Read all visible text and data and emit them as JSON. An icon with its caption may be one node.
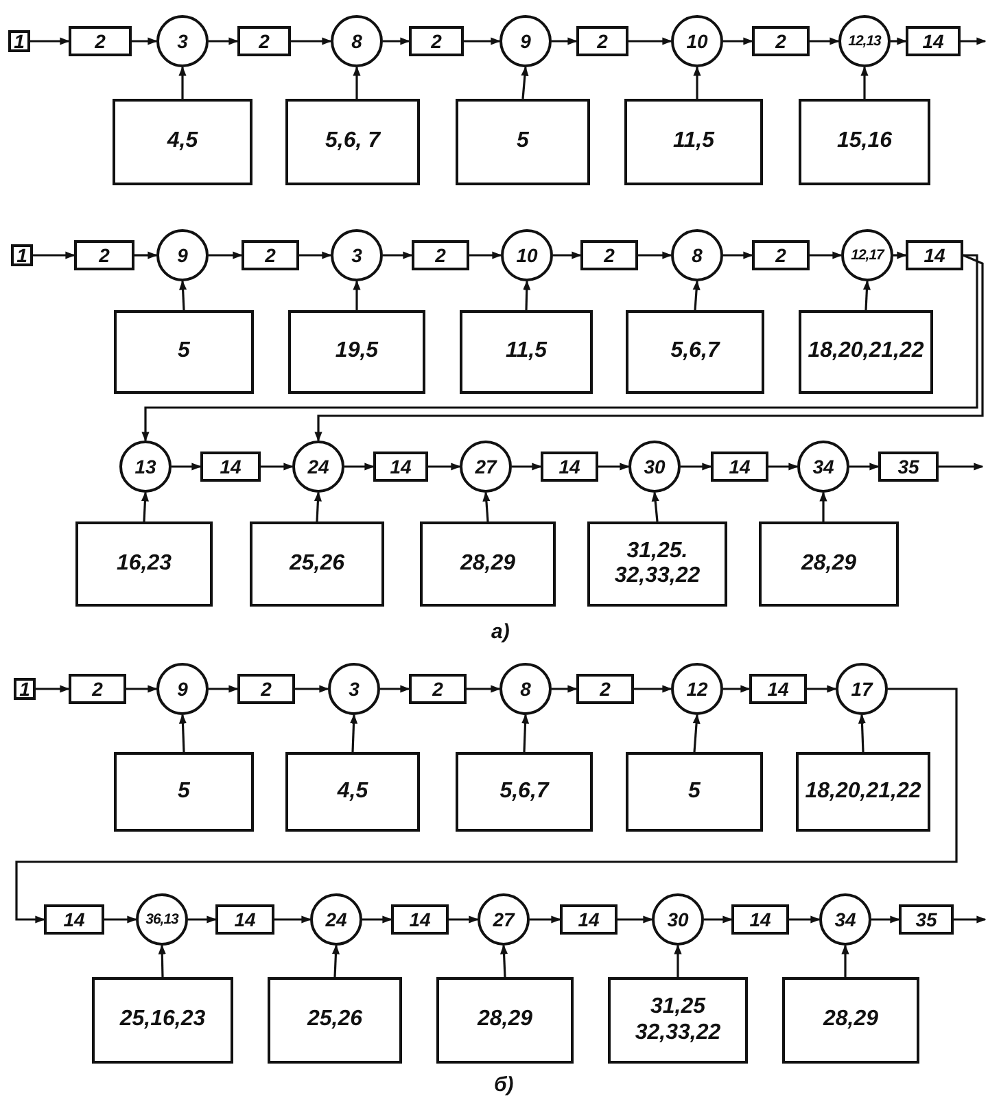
{
  "diagram": {
    "nodes": [
      {
        "text": [
          "1"
        ]
      },
      {
        "text": [
          "2"
        ]
      },
      {
        "text": [
          "3"
        ]
      },
      {
        "text": [
          "2"
        ]
      },
      {
        "text": [
          "8"
        ]
      },
      {
        "text": [
          "2"
        ]
      },
      {
        "text": [
          "9"
        ]
      },
      {
        "text": [
          "2"
        ]
      },
      {
        "text": [
          "10"
        ]
      },
      {
        "text": [
          "2"
        ]
      },
      {
        "text": [
          "12,13"
        ]
      },
      {
        "text": [
          "14"
        ]
      },
      {
        "text": [
          "4,5"
        ]
      },
      {
        "text": [
          "5,6, 7"
        ]
      },
      {
        "text": [
          "5"
        ]
      },
      {
        "text": [
          "11,5"
        ]
      },
      {
        "text": [
          "15,16"
        ]
      },
      {
        "text": [
          "1"
        ]
      },
      {
        "text": [
          "2"
        ]
      },
      {
        "text": [
          "9"
        ]
      },
      {
        "text": [
          "2"
        ]
      },
      {
        "text": [
          "3"
        ]
      },
      {
        "text": [
          "2"
        ]
      },
      {
        "text": [
          "10"
        ]
      },
      {
        "text": [
          "2"
        ]
      },
      {
        "text": [
          "8"
        ]
      },
      {
        "text": [
          "2"
        ]
      },
      {
        "text": [
          "12,17"
        ]
      },
      {
        "text": [
          "14"
        ]
      },
      {
        "text": [
          "5"
        ]
      },
      {
        "text": [
          "19,5"
        ]
      },
      {
        "text": [
          "11,5"
        ]
      },
      {
        "text": [
          "5,6,7"
        ]
      },
      {
        "text": [
          "18,20,21,22"
        ]
      },
      {
        "text": [
          "13"
        ]
      },
      {
        "text": [
          "14"
        ]
      },
      {
        "text": [
          "24"
        ]
      },
      {
        "text": [
          "14"
        ]
      },
      {
        "text": [
          "27"
        ]
      },
      {
        "text": [
          "14"
        ]
      },
      {
        "text": [
          "30"
        ]
      },
      {
        "text": [
          "14"
        ]
      },
      {
        "text": [
          "34"
        ]
      },
      {
        "text": [
          "35"
        ]
      },
      {
        "text": [
          "16,23"
        ]
      },
      {
        "text": [
          "25,26"
        ]
      },
      {
        "text": [
          "28,29"
        ]
      },
      {
        "text": [
          "31,25. 32,33,22"
        ]
      },
      {
        "text": [
          "28,29"
        ]
      },
      {
        "text": [
          "1"
        ]
      },
      {
        "text": [
          "2"
        ]
      },
      {
        "text": [
          "9"
        ]
      },
      {
        "text": [
          "2"
        ]
      },
      {
        "text": [
          "3"
        ]
      },
      {
        "text": [
          "2"
        ]
      },
      {
        "text": [
          "8"
        ]
      },
      {
        "text": [
          "2"
        ]
      },
      {
        "text": [
          "12"
        ]
      },
      {
        "text": [
          "14"
        ]
      },
      {
        "text": [
          "17"
        ]
      },
      {
        "text": [
          "5"
        ]
      },
      {
        "text": [
          "4,5"
        ]
      },
      {
        "text": [
          "5,6,7"
        ]
      },
      {
        "text": [
          "5"
        ]
      },
      {
        "text": [
          "18,20,21,22"
        ]
      },
      {
        "text": [
          "14"
        ]
      },
      {
        "text": [
          "36,13"
        ]
      },
      {
        "text": [
          "14"
        ]
      },
      {
        "text": [
          "24"
        ]
      },
      {
        "text": [
          "14"
        ]
      },
      {
        "text": [
          "27"
        ]
      },
      {
        "text": [
          "14"
        ]
      },
      {
        "text": [
          "30"
        ]
      },
      {
        "text": [
          "14"
        ]
      },
      {
        "text": [
          "34"
        ]
      },
      {
        "text": [
          "35"
        ]
      },
      {
        "text": [
          "25,16,23"
        ]
      },
      {
        "text": [
          "25,26"
        ]
      },
      {
        "text": [
          "28,29"
        ]
      },
      {
        "text": [
          "31,25 32,33,22"
        ]
      },
      {
        "text": [
          "28,29"
        ]
      }
    ],
    "edges": [
      {
        "from": 0,
        "to": 1,
        "arrow": "to"
      },
      {
        "from": 1,
        "to": 2,
        "arrow": "to"
      },
      {
        "from": 2,
        "to": 3,
        "arrow": "to"
      },
      {
        "from": 3,
        "to": 4,
        "arrow": "to"
      },
      {
        "from": 4,
        "to": 5,
        "arrow": "to"
      },
      {
        "from": 5,
        "to": 6,
        "arrow": "to"
      },
      {
        "from": 6,
        "to": 7,
        "arrow": "to"
      },
      {
        "from": 7,
        "to": 8,
        "arrow": "to"
      },
      {
        "from": 8,
        "to": 9,
        "arrow": "to"
      },
      {
        "from": 9,
        "to": 10,
        "arrow": "to"
      },
      {
        "from": 10,
        "to": 11,
        "arrow": "to"
      },
      {
        "from": 11,
        "to": null,
        "arrow": "to"
      },
      {
        "from": 12,
        "to": 2,
        "arrow": "to"
      },
      {
        "from": 13,
        "to": 4,
        "arrow": "to"
      },
      {
        "from": 14,
        "to": 6,
        "arrow": "to"
      },
      {
        "from": 15,
        "to": 8,
        "arrow": "to"
      },
      {
        "from": 16,
        "to": 10,
        "arrow": "to"
      },
      {
        "from": 17,
        "to": 18,
        "arrow": "to"
      },
      {
        "from": 18,
        "to": 19,
        "arrow": "to"
      },
      {
        "from": 19,
        "to": 20,
        "arrow": "to"
      },
      {
        "from": 20,
        "to": 21,
        "arrow": "to"
      },
      {
        "from": 21,
        "to": 22,
        "arrow": "to"
      },
      {
        "from": 22,
        "to": 23,
        "arrow": "to"
      },
      {
        "from": 23,
        "to": 24,
        "arrow": "to"
      },
      {
        "from": 24,
        "to": 25,
        "arrow": "to"
      },
      {
        "from": 25,
        "to": 26,
        "arrow": "to"
      },
      {
        "from": 26,
        "to": 27,
        "arrow": "to"
      },
      {
        "from": 27,
        "to": 28,
        "arrow": "to"
      },
      {
        "from": 29,
        "to": 19,
        "arrow": "to"
      },
      {
        "from": 30,
        "to": 21,
        "arrow": "to"
      },
      {
        "from": 31,
        "to": 23,
        "arrow": "to"
      },
      {
        "from": 32,
        "to": 25,
        "arrow": "to"
      },
      {
        "from": 33,
        "to": 27,
        "arrow": "to"
      },
      {
        "from": 28,
        "to": 34,
        "arrow": "to"
      },
      {
        "from": 28,
        "to": 36,
        "arrow": "to"
      },
      {
        "from": 34,
        "to": 35,
        "arrow": "to"
      },
      {
        "from": 35,
        "to": 36,
        "arrow": "to"
      },
      {
        "from": 36,
        "to": 37,
        "arrow": "to"
      },
      {
        "from": 37,
        "to": 38,
        "arrow": "to"
      },
      {
        "from": 38,
        "to": 39,
        "arrow": "to"
      },
      {
        "from": 39,
        "to": 40,
        "arrow": "to"
      },
      {
        "from": 40,
        "to": 41,
        "arrow": "to"
      },
      {
        "from": 41,
        "to": 42,
        "arrow": "to"
      },
      {
        "from": 42,
        "to": 43,
        "arrow": "to"
      },
      {
        "from": 43,
        "to": null,
        "arrow": "to"
      },
      {
        "from": 44,
        "to": 34,
        "arrow": "to"
      },
      {
        "from": 45,
        "to": 36,
        "arrow": "to"
      },
      {
        "from": 46,
        "to": 38,
        "arrow": "to"
      },
      {
        "from": 47,
        "to": 40,
        "arrow": "to"
      },
      {
        "from": 48,
        "to": 42,
        "arrow": "to"
      },
      {
        "from": 49,
        "to": 50,
        "arrow": "to"
      },
      {
        "from": 50,
        "to": 51,
        "arrow": "to"
      },
      {
        "from": 51,
        "to": 52,
        "arrow": "to"
      },
      {
        "from": 52,
        "to": 53,
        "arrow": "to"
      },
      {
        "from": 53,
        "to": 54,
        "arrow": "to"
      },
      {
        "from": 54,
        "to": 55,
        "arrow": "to"
      },
      {
        "from": 55,
        "to": 56,
        "arrow": "to"
      },
      {
        "from": 56,
        "to": 57,
        "arrow": "to"
      },
      {
        "from": 57,
        "to": 58,
        "arrow": "to"
      },
      {
        "from": 58,
        "to": 59,
        "arrow": "to"
      },
      {
        "from": 60,
        "to": 51,
        "arrow": "to"
      },
      {
        "from": 61,
        "to": 53,
        "arrow": "to"
      },
      {
        "from": 62,
        "to": 55,
        "arrow": "to"
      },
      {
        "from": 63,
        "to": 57,
        "arrow": "to"
      },
      {
        "from": 64,
        "to": 59,
        "arrow": "to"
      },
      {
        "from": 59,
        "to": 65,
        "arrow": "to"
      },
      {
        "from": 65,
        "to": 66,
        "arrow": "to"
      },
      {
        "from": 66,
        "to": 67,
        "arrow": "to"
      },
      {
        "from": 67,
        "to": 68,
        "arrow": "to"
      },
      {
        "from": 68,
        "to": 69,
        "arrow": "to"
      },
      {
        "from": 69,
        "to": 70,
        "arrow": "to"
      },
      {
        "from": 70,
        "to": 71,
        "arrow": "to"
      },
      {
        "from": 71,
        "to": 72,
        "arrow": "to"
      },
      {
        "from": 72,
        "to": 73,
        "arrow": "to"
      },
      {
        "from": 73,
        "to": 74,
        "arrow": "to"
      },
      {
        "from": 74,
        "to": 75,
        "arrow": "to"
      },
      {
        "from": 75,
        "to": null,
        "arrow": "to"
      },
      {
        "from": 76,
        "to": 66,
        "arrow": "to"
      },
      {
        "from": 77,
        "to": 68,
        "arrow": "to"
      },
      {
        "from": 78,
        "to": 70,
        "arrow": "to"
      },
      {
        "from": 79,
        "to": 72,
        "arrow": "to"
      },
      {
        "from": 80,
        "to": 74,
        "arrow": "to"
      }
    ],
    "labels": [
      "а)",
      "б)"
    ]
  }
}
